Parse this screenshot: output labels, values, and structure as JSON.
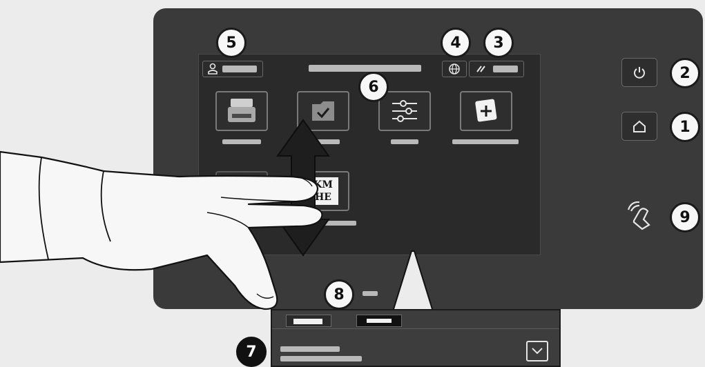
{
  "badges": {
    "home": "1",
    "power": "2",
    "reset": "3",
    "language": "4",
    "login": "5",
    "apps_area": "6",
    "notification_drawer": "7",
    "status_indicator": "8",
    "nfc": "9"
  },
  "screen": {
    "tiles": [
      {
        "icon": "printer-icon"
      },
      {
        "icon": "checkmark-folder-icon"
      },
      {
        "icon": "settings-sliders-icon"
      },
      {
        "icon": "add-app-icon"
      },
      {
        "icon": "app-icon-partial"
      },
      {
        "icon": "km-app-icon",
        "text": "KM\nHE"
      }
    ]
  },
  "colors": {
    "panel": "#3a3a3a",
    "screen": "#2a2a2a",
    "placeholder": "#b9b9b9",
    "badge_bg": "#f7f7f7"
  }
}
